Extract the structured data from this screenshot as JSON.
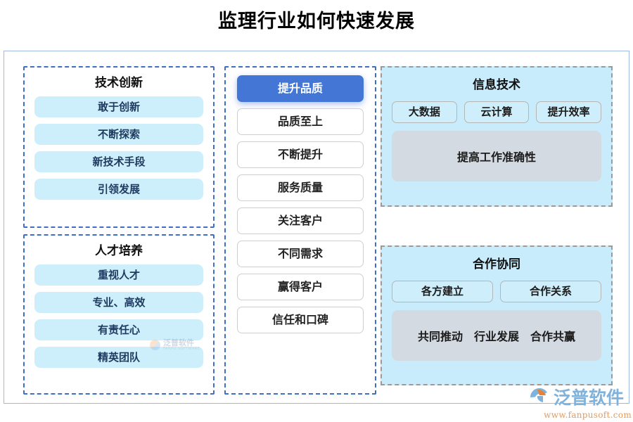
{
  "title": "监理行业如何快速发展",
  "left_column": {
    "groups": [
      {
        "heading": "技术创新",
        "items": [
          "敢于创新",
          "不断探索",
          "新技术手段",
          "引领发展"
        ]
      },
      {
        "heading": "人才培养",
        "items": [
          "重视人才",
          "专业、高效",
          "有责任心",
          "精英团队"
        ]
      }
    ]
  },
  "middle_column": {
    "highlight": "提升品质",
    "items": [
      "品质至上",
      "不断提升",
      "服务质量",
      "关注客户",
      "不同需求",
      "赢得客户",
      "信任和口碑"
    ]
  },
  "right_column": {
    "panels": [
      {
        "heading": "信息技术",
        "chips": [
          "大数据",
          "云计算",
          "提升效率"
        ],
        "footer_tags": [
          "提高工作准确性"
        ]
      },
      {
        "heading": "合作协同",
        "chips": [
          "各方建立",
          "合作关系"
        ],
        "footer_tags": [
          "共同推动",
          "行业发展",
          "合作共赢"
        ]
      }
    ]
  },
  "watermark": {
    "brand": "泛普软件",
    "sub": "FANPU SOFTWARE"
  },
  "logo": {
    "name": "泛普软件",
    "url": "www.fanpusoft.com"
  },
  "colors": {
    "accent_blue": "#4476d6",
    "pill_blue": "#cdeefb",
    "panel_blue": "#c8ecfb",
    "gray_box": "#d4dae1",
    "frame_border": "#9fb9e3",
    "dashed_blue": "#3f6fc4",
    "dashed_gray": "#9a9a9a",
    "logo_blue": "#7eb3dd",
    "logo_orange": "#e69a5c"
  }
}
